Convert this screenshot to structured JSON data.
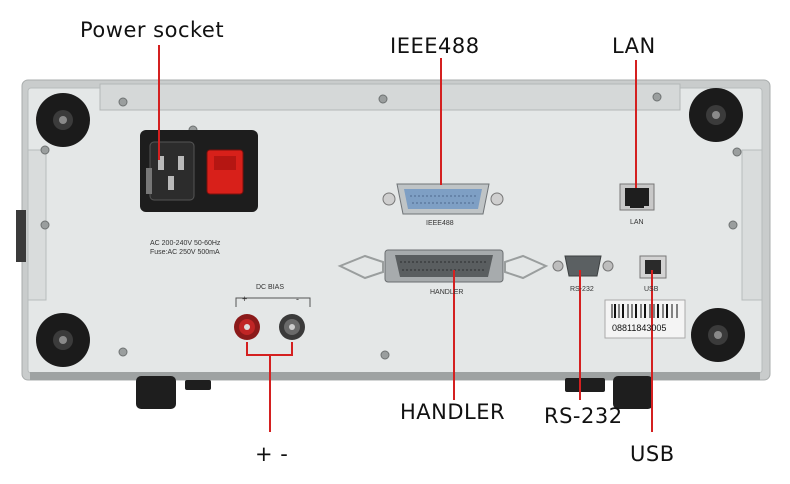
{
  "callouts": {
    "power_socket": "Power socket",
    "ieee488": "IEEE488",
    "lan": "LAN",
    "handler": "HANDLER",
    "rs232": "RS-232",
    "usb": "USB",
    "bias_polarity": "+ -"
  },
  "panel_labels": {
    "ieee488": "IEEE488",
    "lan": "LAN",
    "handler": "HANDLER",
    "rs232": "RS-232",
    "usb": "USB",
    "dc_bias": "DC BIAS",
    "bias_plus": "+",
    "bias_minus": "-",
    "ac_rating": "AC 200-240V 50-60Hz",
    "fuse_rating": "Fuse:AC 250V 500mA",
    "serial": "08811843005"
  },
  "colors": {
    "callout_line": "#d42020",
    "panel": "#e3e6e6",
    "chassis": "#c9cccc",
    "foot": "#1b1b1b",
    "power_switch": "#d8201a"
  }
}
